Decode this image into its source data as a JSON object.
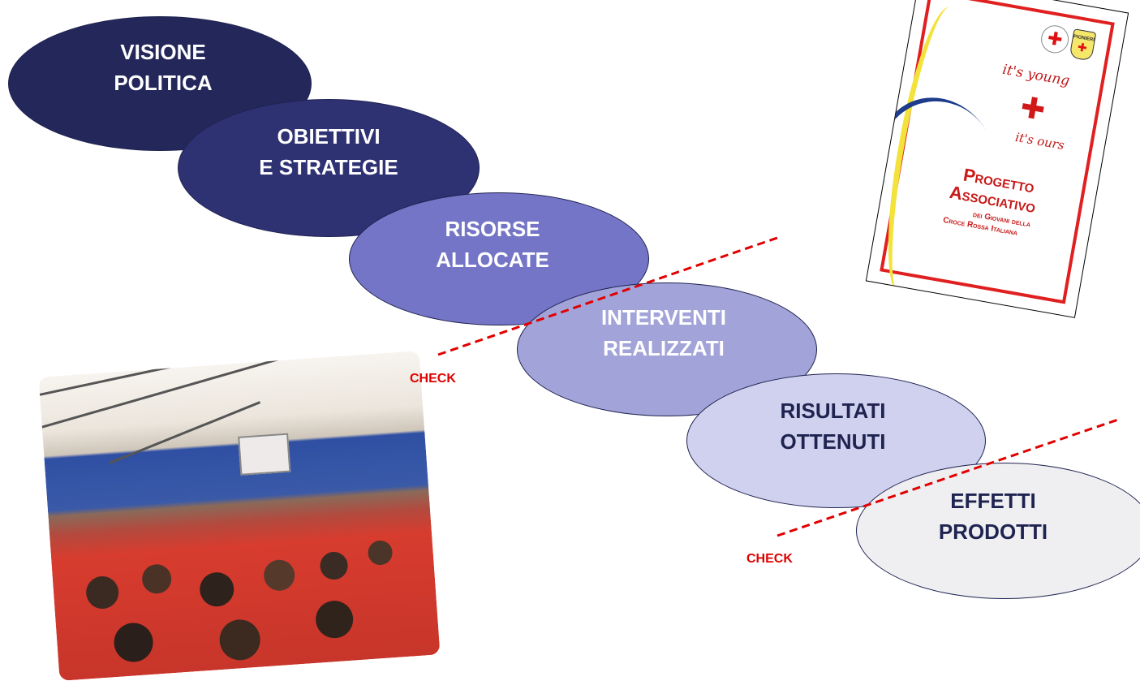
{
  "stages": [
    {
      "label": "VISIONE\nPOLITICA",
      "color": "#24275a"
    },
    {
      "label": "OBIETTIVI\nE STRATEGIE",
      "color": "#2e3172"
    },
    {
      "label": "RISORSE\nALLOCATE",
      "color": "#7475c6"
    },
    {
      "label": "INTERVENTI\nREALIZZATI",
      "color": "#a2a3d8"
    },
    {
      "label": "RISULTATI\nOTTENUTI",
      "color": "#d0d1ee"
    },
    {
      "label": "EFFETTI\nPRODOTTI",
      "color": "#efeff2"
    }
  ],
  "checks": [
    {
      "label": "CHECK"
    },
    {
      "label": "CHECK"
    }
  ],
  "check_color": "#e00000",
  "booklet": {
    "tagline_top": "it's young",
    "tagline_bottom": "it's ours",
    "title_line1": "Progetto",
    "title_line2": "Associativo",
    "subtitle_line1": "dei Giovani della",
    "subtitle_line2": "Croce Rossa Italiana",
    "badge_text": "PIONIERI"
  },
  "photo": {
    "icon": "assembly-photo"
  }
}
